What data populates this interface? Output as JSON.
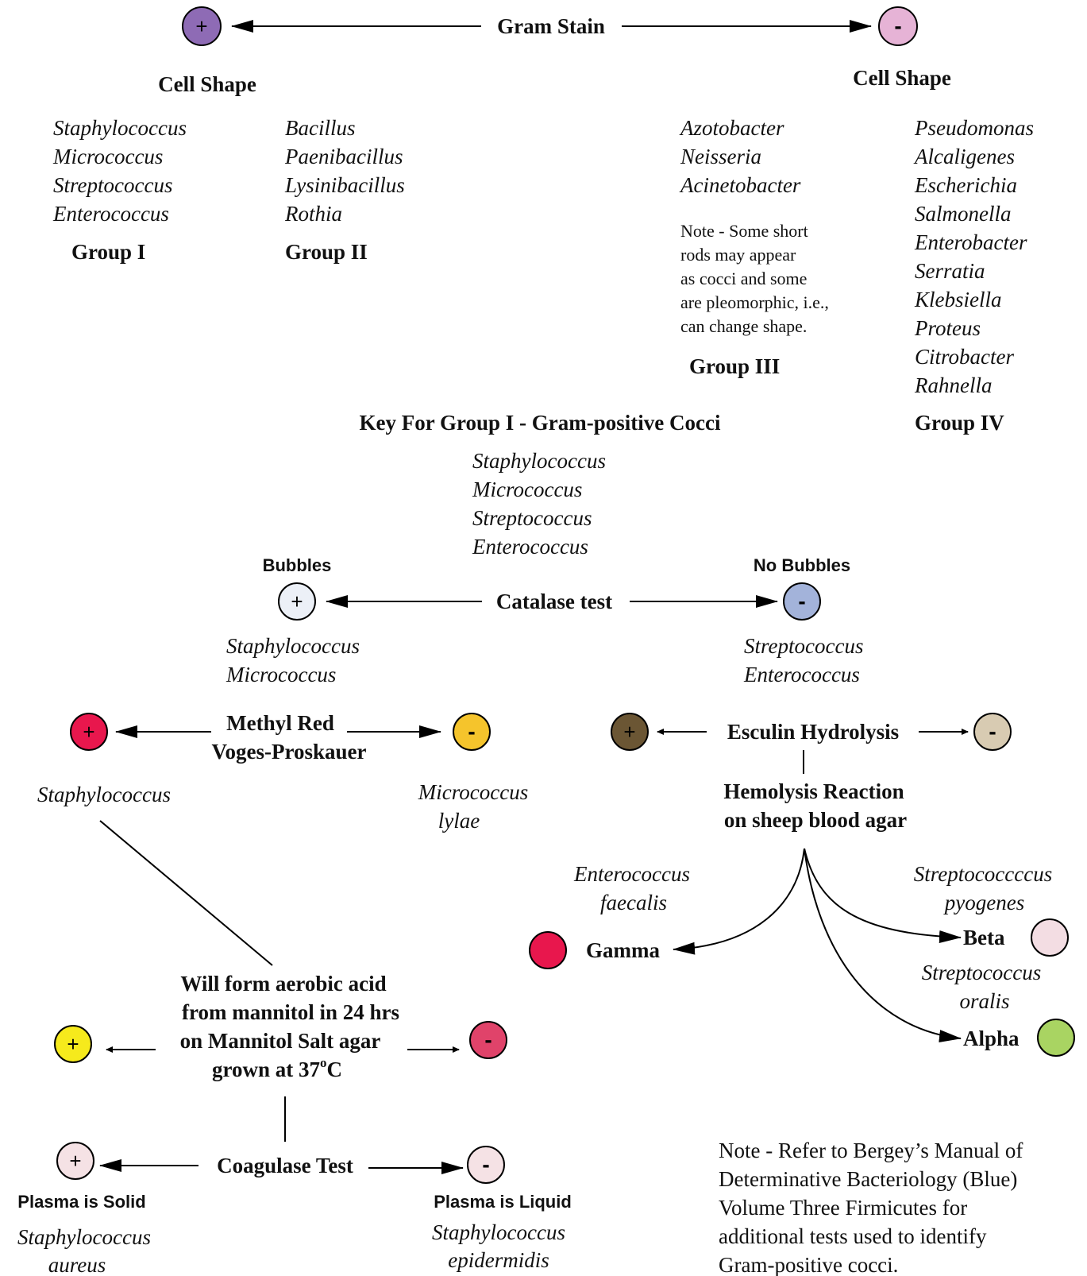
{
  "gram_stain": {
    "title": "Gram Stain",
    "positive_sign": "+",
    "negative_sign": "-",
    "cell_shape_left": "Cell Shape",
    "cell_shape_right": "Cell Shape",
    "group1": {
      "genera": [
        "Staphylococcus",
        "Micrococcus",
        "Streptococcus",
        "Enterococcus"
      ],
      "label": "Group I"
    },
    "group2": {
      "genera": [
        "Bacillus",
        "Paenibacillus",
        "Lysinibacillus",
        "Rothia"
      ],
      "label": "Group II"
    },
    "group3": {
      "genera": [
        "Azotobacter",
        "Neisseria",
        "Acinetobacter"
      ],
      "note_lines": [
        "Note - Some short",
        "rods may appear",
        "as cocci and some",
        "are pleomorphic, i.e.,",
        "can change shape."
      ],
      "label": "Group III"
    },
    "group4": {
      "genera": [
        "Pseudomonas",
        "Alcaligenes",
        "Escherichia",
        "Salmonella",
        "Enterobacter",
        "Serratia",
        "Klebsiella",
        "Proteus",
        "Citrobacter",
        "Rahnella"
      ],
      "label": "Group IV"
    }
  },
  "key": {
    "title": "Key For Group I - Gram-positive Cocci",
    "genera": [
      "Staphylococcus",
      "Micrococcus",
      "Streptococcus",
      "Enterococcus"
    ]
  },
  "catalase": {
    "label": "Catalase test",
    "pos_label": "Bubbles",
    "neg_label": "No Bubbles",
    "pos_sign": "+",
    "neg_sign": "-",
    "pos_genera": [
      "Staphylococcus",
      "Micrococcus"
    ],
    "neg_genera": [
      "Streptococcus",
      "Enterococcus"
    ]
  },
  "mrvp": {
    "label_lines": [
      "Methyl Red",
      "Voges-Proskauer"
    ],
    "pos_sign": "+",
    "neg_sign": "-",
    "pos_result": "Staphylococcus",
    "neg_result_lines": [
      "Micrococcus",
      "lylae"
    ]
  },
  "esculin": {
    "label": "Esculin Hydrolysis",
    "pos_sign": "+",
    "neg_sign": "-"
  },
  "hemolysis": {
    "label_lines": [
      "Hemolysis Reaction",
      "on sheep blood agar"
    ],
    "gamma_label": "Gamma",
    "gamma_genus_lines": [
      "Enterococcus",
      "faecalis"
    ],
    "beta_label": "Beta",
    "beta_genus_lines": [
      "Streptococcccus",
      "pyogenes"
    ],
    "alpha_label": "Alpha",
    "alpha_genus_lines": [
      "Streptococcus",
      "oralis"
    ]
  },
  "mannitol": {
    "label_lines": [
      "Will form aerobic acid",
      "from mannitol in 24 hrs",
      "on Mannitol Salt agar"
    ],
    "last_line_prefix": "grown at 37",
    "last_line_sup": "o",
    "last_line_suffix": "C",
    "pos_sign": "+",
    "neg_sign": "-"
  },
  "coagulase": {
    "label": "Coagulase Test",
    "pos_sign": "+",
    "neg_sign": "-",
    "pos_label": "Plasma is Solid",
    "neg_label": "Plasma is Liquid",
    "pos_genus_lines": [
      "Staphylococcus",
      "aureus"
    ],
    "neg_genus_lines": [
      "Staphylococcus",
      "epidermidis"
    ]
  },
  "bottom_note": {
    "lines": [
      "Note - Refer to Bergey’s Manual of",
      "Determinative Bacteriology (Blue)",
      "Volume Three Firmicutes for",
      "additional tests used to identify",
      "Gram-positive cocci."
    ]
  },
  "colors": {
    "gram_positive": "#8e6bb5",
    "gram_negative": "#e6b3d6",
    "catalase_positive": "#ecf0f7",
    "catalase_negative": "#a3b3da",
    "mrvp_positive": "#e8174d",
    "mrvp_negative": "#f5c42c",
    "esculin_positive": "#6b5634",
    "esculin_negative": "#d8cbb2",
    "gamma": "#e8174d",
    "beta": "#f3dde3",
    "alpha": "#a9d462",
    "mannitol_positive": "#f6ea1c",
    "mannitol_negative": "#e0436a",
    "coagulase_positive": "#f5e2e5",
    "coagulase_negative": "#f5e2e5",
    "line": "#000000",
    "text": "#111111"
  }
}
